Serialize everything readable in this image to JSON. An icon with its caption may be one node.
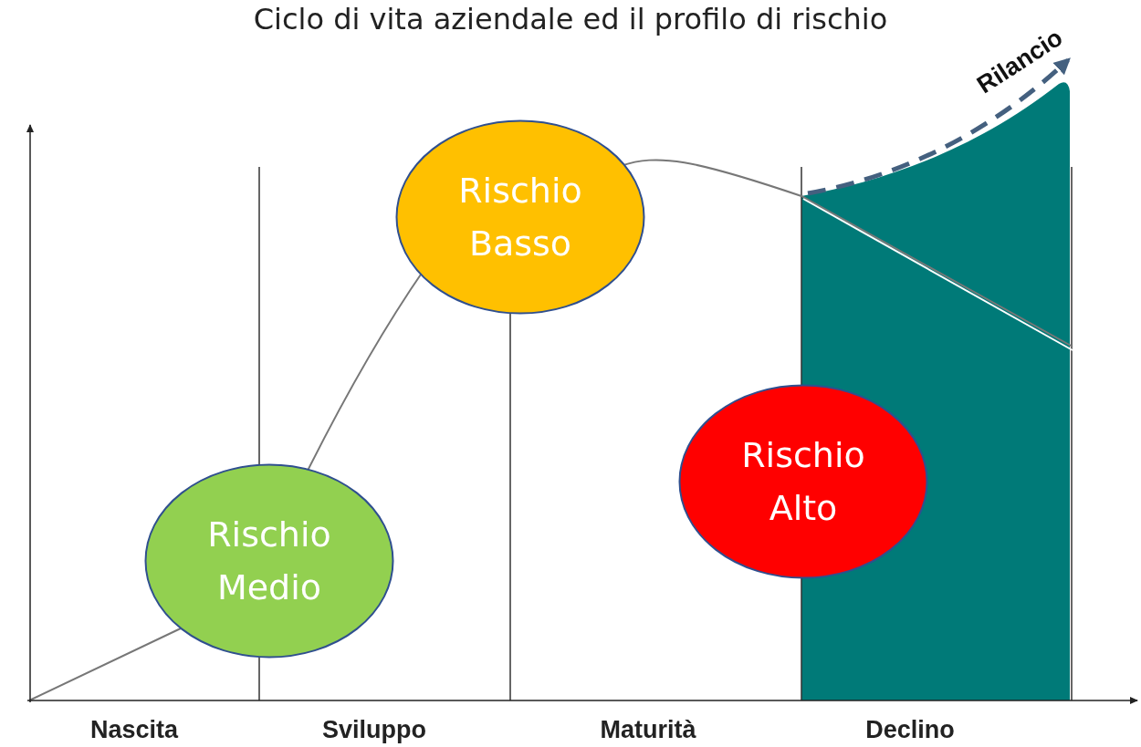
{
  "diagram": {
    "title": "Ciclo di vita aziendale ed il profilo di rischio",
    "nodes": [
      {
        "text": [
          "Rischio Medio"
        ]
      },
      {
        "text": [
          "Rischio Basso"
        ]
      },
      {
        "text": [
          "Rischio Alto"
        ]
      }
    ],
    "labels": [
      "Rilancio",
      "Nascita",
      "Sviluppo",
      "Maturità",
      "Declino"
    ]
  }
}
